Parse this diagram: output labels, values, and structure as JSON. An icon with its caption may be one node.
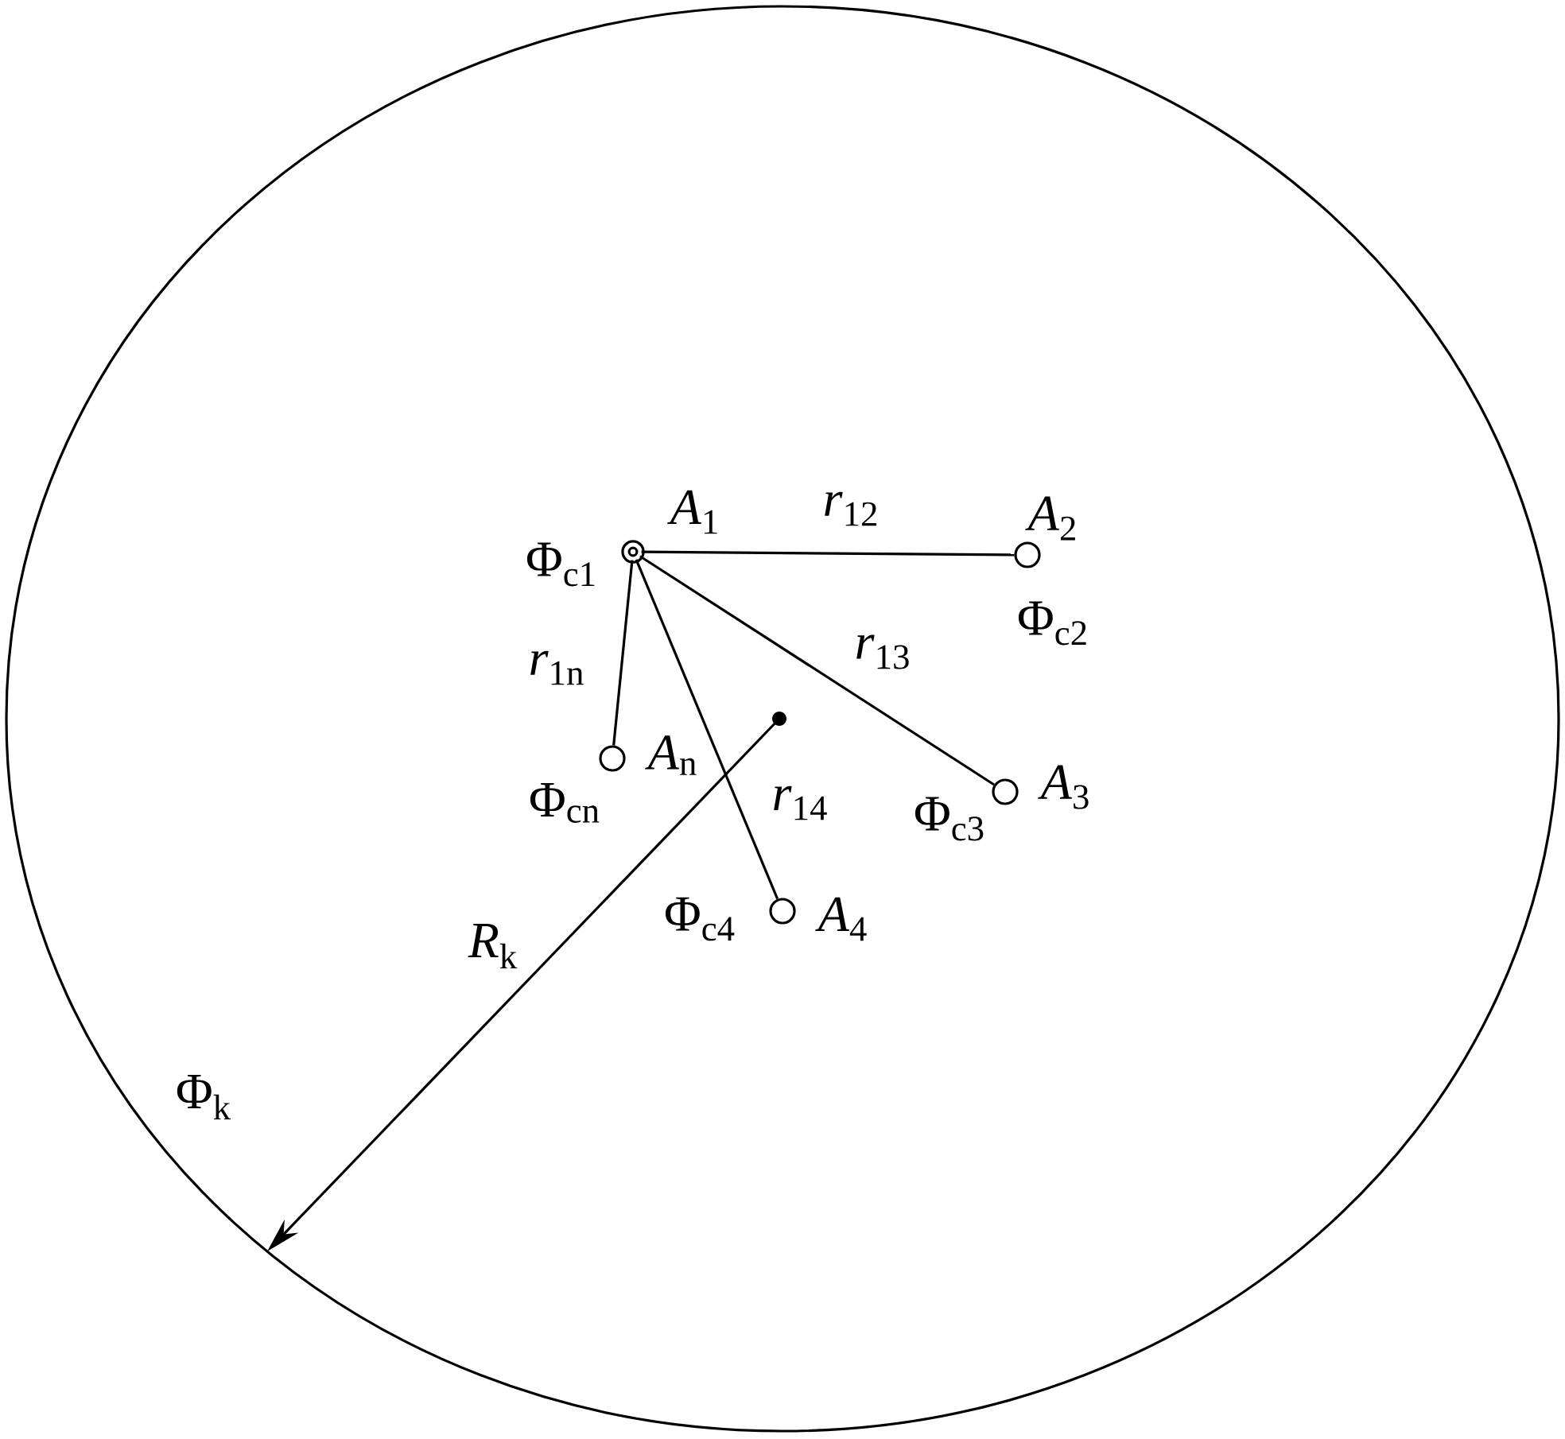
{
  "diagram": {
    "nodes": [
      {
        "text": [
          "Φ$_{k}$"
        ]
      },
      {
        "text": [],
        "shape": "circle",
        "in": 0,
        "beside": [
          "*A*$_{1}$",
          "Φ$_{c1}$"
        ]
      },
      {
        "text": [],
        "shape": "circle",
        "in": 0,
        "beside": [
          "*A*$_{2}$",
          "Φ$_{c2}$"
        ]
      },
      {
        "text": [],
        "shape": "circle",
        "in": 0,
        "beside": [
          "*A*$_{3}$",
          "Φ$_{c3}$"
        ]
      },
      {
        "text": [],
        "shape": "circle",
        "in": 0,
        "beside": [
          "*A*$_{4}$",
          "Φ$_{c4}$"
        ]
      },
      {
        "text": [],
        "shape": "circle",
        "in": 0,
        "beside": [
          "*A*$_{n}$",
          "Φ$_{cn}$"
        ]
      }
    ],
    "edges": [
      {
        "from": 1,
        "to": 2,
        "arrow": "none",
        "label": "*r*$_{12}$"
      },
      {
        "from": 1,
        "to": 3,
        "arrow": "none",
        "label": "*r*$_{13}$"
      },
      {
        "from": 1,
        "to": 4,
        "arrow": "none",
        "label": "*r*$_{14}$"
      },
      {
        "from": 1,
        "to": 5,
        "arrow": "none",
        "label": "*r*$_{1n}$"
      }
    ],
    "labels": [
      "*R*$_{k}$"
    ]
  }
}
